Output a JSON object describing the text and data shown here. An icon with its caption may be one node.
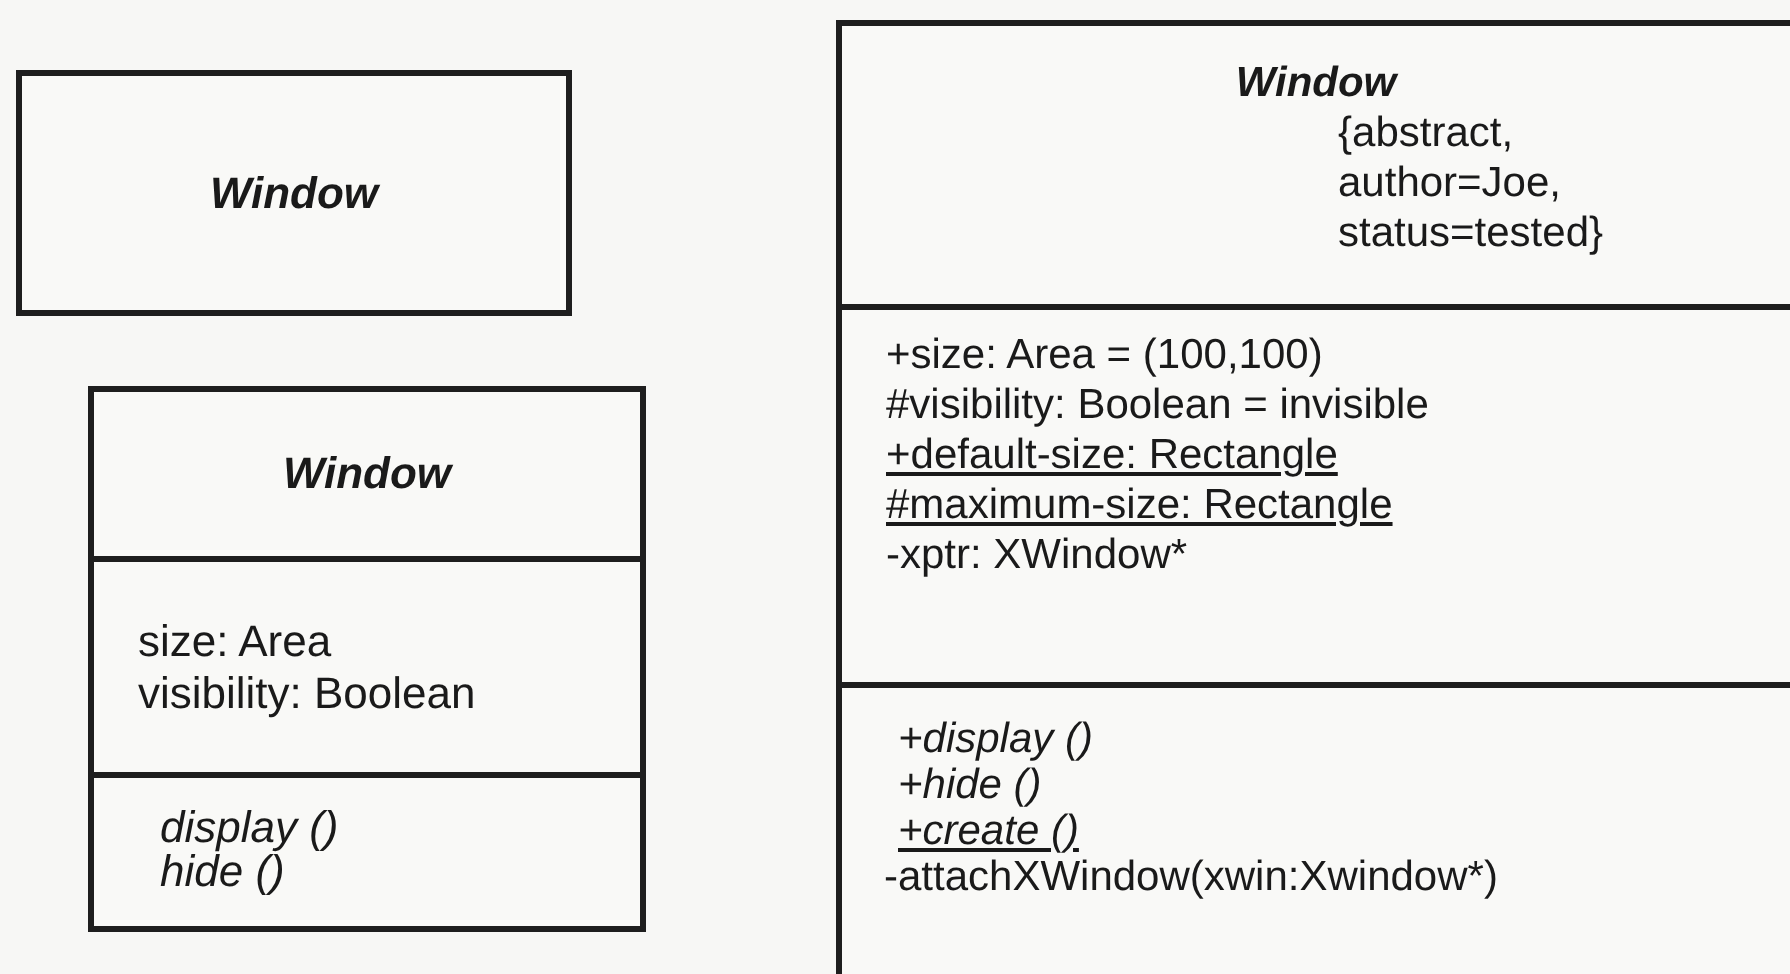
{
  "diagram": {
    "nodes": [
      {
        "text": [
          "Window"
        ]
      },
      {
        "text": [
          "Window",
          "size: Area",
          "visibility: Boolean",
          "display ()",
          "hide ()"
        ]
      },
      {
        "text": [
          "Window",
          "{abstract, author=Joe, status=tested}",
          "+size: Area = (100,100)",
          "#visibility: Boolean = invisible",
          "+default-size: Rectangle",
          "#maximum-size: Rectangle",
          "-xptr: XWindow*",
          "+display ()",
          "+hide ()",
          "+create ()",
          "-attachXWindow(xwin:Xwindow*)"
        ]
      }
    ]
  }
}
